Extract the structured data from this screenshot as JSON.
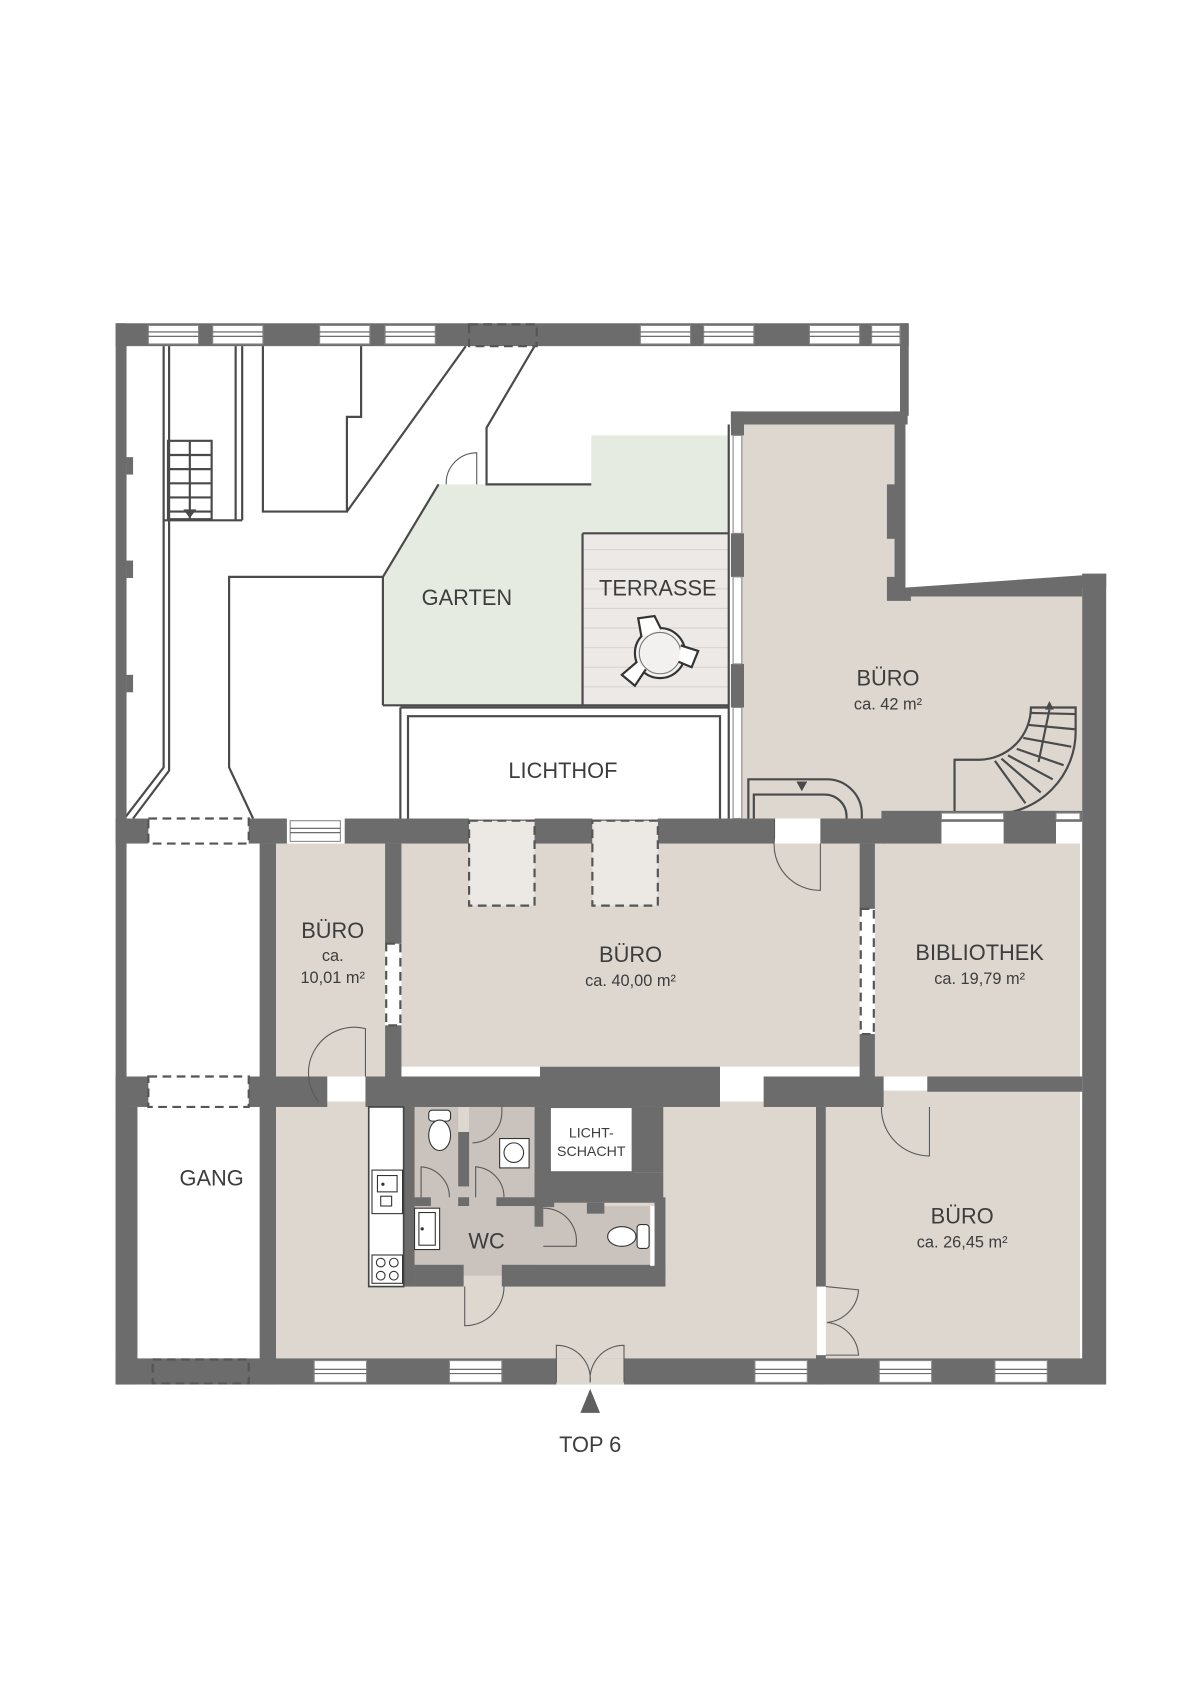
{
  "floorplan": {
    "unit_label": "TOP 6",
    "entrance_marker": "entrance-arrow",
    "colors": {
      "wall": "#6b6c6b",
      "floor": "#ddd7d0",
      "wc_floor": "#c9c2bd",
      "garden": "#e6ebe1",
      "terrace": "#ede9e6",
      "background": "#ffffff",
      "text": "#3d3d3d"
    },
    "rooms": {
      "garten": {
        "name": "GARTEN"
      },
      "terrasse": {
        "name": "TERRASSE"
      },
      "lichthof": {
        "name": "LICHTHOF"
      },
      "buero_42": {
        "name": "BÜRO",
        "area": "ca. 42 m²"
      },
      "buero_10": {
        "name": "BÜRO",
        "area_prefix": "ca.",
        "area": "10,01 m²"
      },
      "buero_40": {
        "name": "BÜRO",
        "area": "ca. 40,00 m²"
      },
      "bibliothek": {
        "name": "BIBLIOTHEK",
        "area": "ca. 19,79 m²"
      },
      "gang": {
        "name": "GANG"
      },
      "lichtschacht": {
        "name_line1": "LICHT-",
        "name_line2": "SCHACHT"
      },
      "wc": {
        "name": "WC"
      },
      "buero_26": {
        "name": "BÜRO",
        "area": "ca. 26,45 m²"
      }
    }
  }
}
